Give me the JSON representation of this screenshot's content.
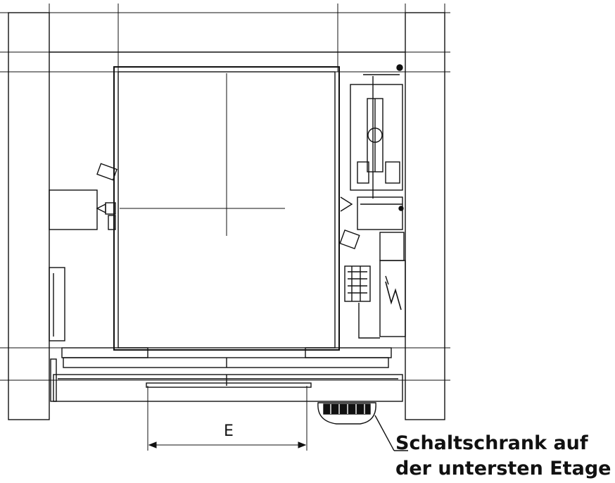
{
  "dimension": {
    "label": "E"
  },
  "callout": {
    "line1": "Schaltschrank auf",
    "line2": "der untersten Etage"
  },
  "colors": {
    "stroke": "#111111",
    "background": "#ffffff"
  }
}
